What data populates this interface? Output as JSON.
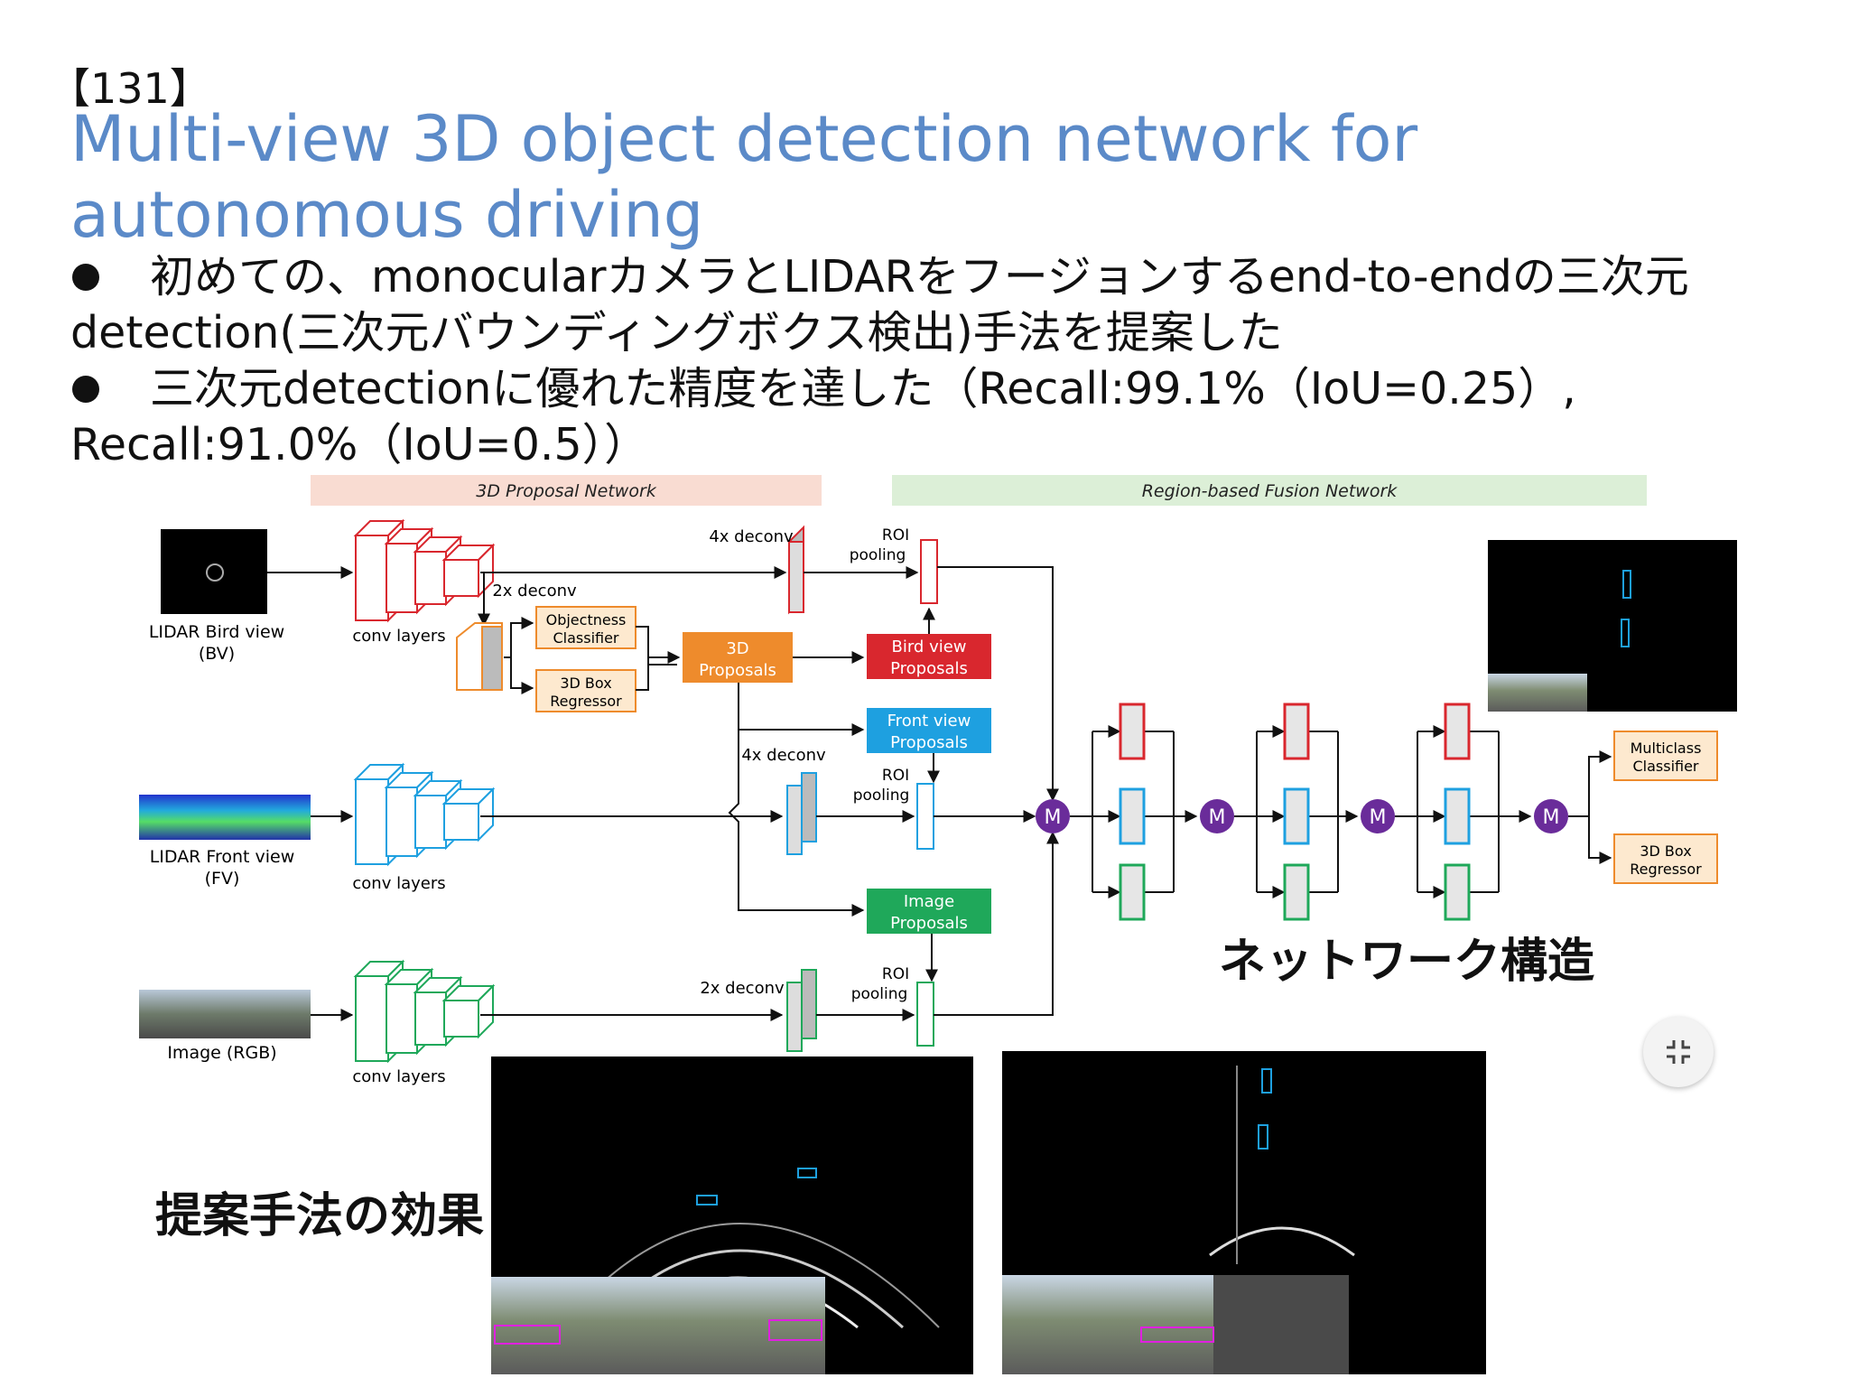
{
  "slide": {
    "number": "【131】",
    "title": "Multi-view 3D object detection network for autonomous driving",
    "bullets": [
      {
        "line1": "初めての、monocularカメラとLIDARをフージョンするend-to-endの三次元",
        "line2": "detection(三次元バウンディングボクス検出)手法を提案した"
      },
      {
        "line1": "三次元detectionに優れた精度を達した（Recall:99.1%（IoU=0.25）,",
        "line2": "Recall:91.0%（IoU=0.5））"
      }
    ]
  },
  "diagram": {
    "headers": {
      "proposal": "3D Proposal Network",
      "fusion": "Region-based Fusion Network"
    },
    "inputs": {
      "bv_line1": "LIDAR Bird view",
      "bv_line2": "(BV)",
      "fv_line1": "LIDAR Front view",
      "fv_line2": "(FV)",
      "rgb": "Image (RGB)"
    },
    "conv_label": "conv layers",
    "deconv": {
      "bv_4x": "4x deconv",
      "bv_2x": "2x deconv",
      "fv_4x": "4x deconv",
      "rgb_2x": "2x deconv"
    },
    "roi_line1": "ROI",
    "roi_line2": "pooling",
    "objectness": {
      "line1": "Objectness",
      "line2": "Classifier"
    },
    "box_reg": {
      "line1": "3D Box",
      "line2": "Regressor"
    },
    "proposals_3d": {
      "line1": "3D",
      "line2": "Proposals"
    },
    "bird_prop": {
      "line1": "Bird view",
      "line2": "Proposals"
    },
    "front_prop": {
      "line1": "Front view",
      "line2": "Proposals"
    },
    "image_prop": {
      "line1": "Image",
      "line2": "Proposals"
    },
    "fusion_node": "M",
    "multiclass": {
      "line1": "Multiclass",
      "line2": "Classifier"
    },
    "box_reg_out": {
      "line1": "3D Box",
      "line2": "Regressor"
    },
    "network_label": "ネットワーク構造",
    "effect_label": "提案手法の効果",
    "colors": {
      "title": "#5b8ac8",
      "red": "#d9272e",
      "blue": "#1ea0e0",
      "green": "#1fa85a",
      "orange": "#ee8b2c",
      "purple": "#6a2c9a"
    }
  },
  "icons": {
    "shrink": "fullscreen-exit-icon"
  }
}
